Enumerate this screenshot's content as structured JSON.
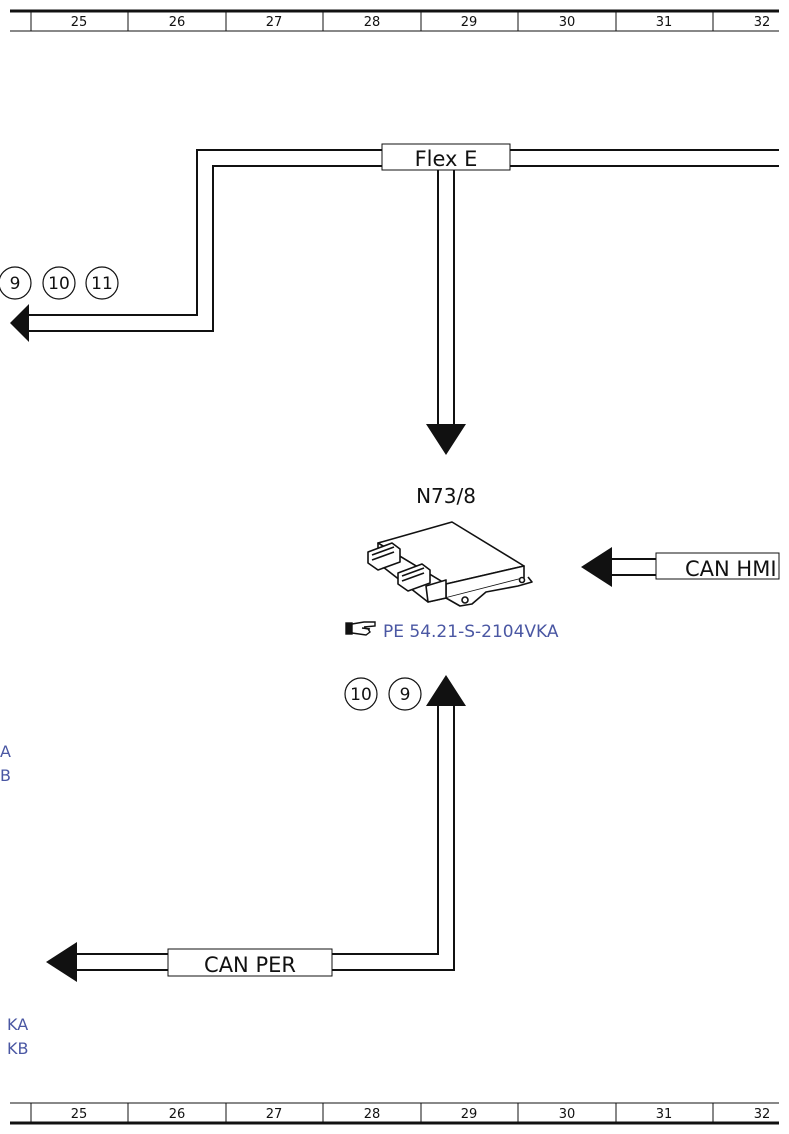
{
  "ruler": {
    "columns": [
      "25",
      "26",
      "27",
      "28",
      "29",
      "30",
      "31",
      "32"
    ]
  },
  "buses": {
    "flex_e": "Flex E",
    "can_hmi": "CAN HMI",
    "can_per": "CAN PER"
  },
  "component": {
    "id": "N73/8",
    "reference_icon": "pointing-hand-icon",
    "reference": "PE 54.21-S-2104VKA"
  },
  "circled_refs_top": [
    "9",
    "10",
    "11"
  ],
  "circled_refs_mid": [
    "10",
    "9"
  ],
  "side_refs_mid": [
    "A",
    "B"
  ],
  "side_refs_bottom": [
    "KA",
    "KB"
  ],
  "colors": {
    "line": "#111111",
    "reference_text": "#4a57a3"
  }
}
